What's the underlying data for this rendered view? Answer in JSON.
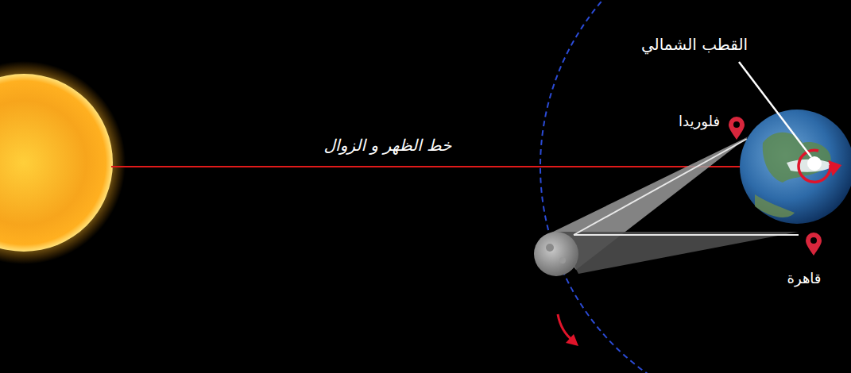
{
  "diagram": {
    "labels": [
      "خط الظهر و الزوال",
      "القطب الشمالي",
      "فلوريدا",
      "قاهرة"
    ]
  }
}
